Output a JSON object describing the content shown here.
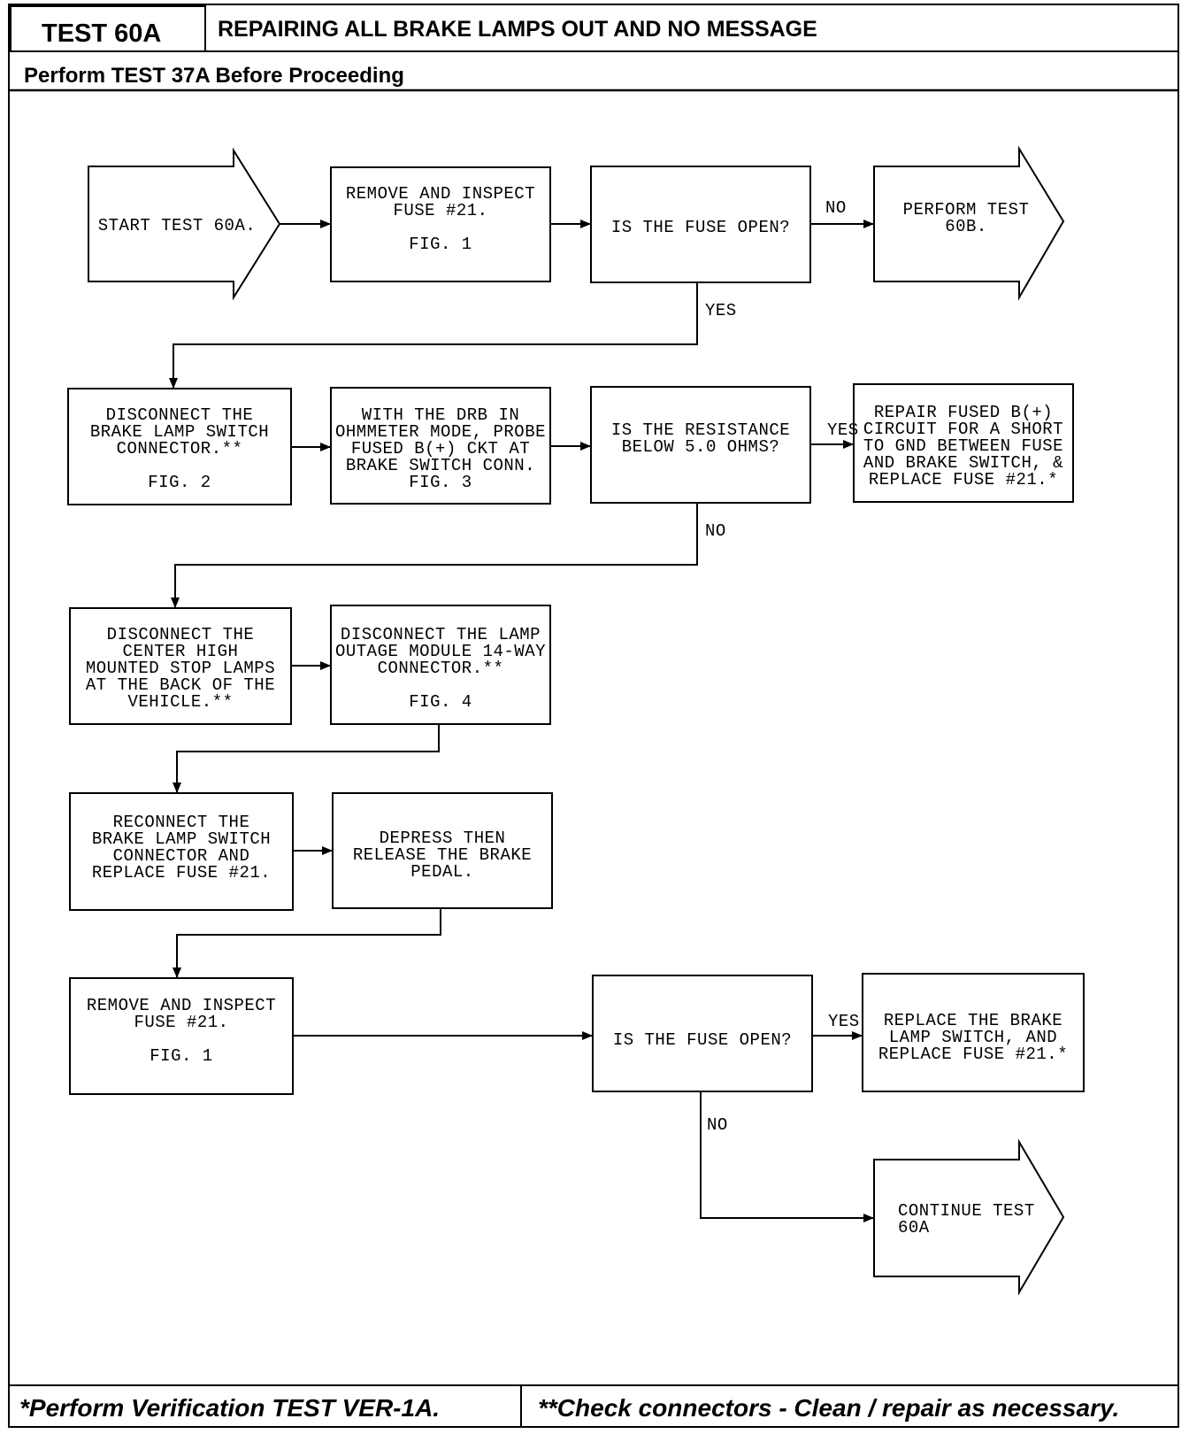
{
  "header": {
    "test_id": "TEST 60A",
    "title": "REPAIRING ALL BRAKE LAMPS OUT AND NO MESSAGE",
    "prerequisite": "Perform TEST 37A Before Proceeding"
  },
  "nodes": {
    "start": [
      "START TEST 60A."
    ],
    "remove1": [
      "REMOVE AND INSPECT",
      "FUSE #21.",
      "",
      "FIG. 1"
    ],
    "fuse_open1": [
      "IS THE FUSE OPEN?"
    ],
    "perform60b": [
      "PERFORM TEST",
      "60B."
    ],
    "disconnect_switch": [
      "DISCONNECT THE",
      "BRAKE LAMP SWITCH",
      "CONNECTOR.**",
      "",
      "FIG. 2"
    ],
    "drb": [
      "WITH THE DRB IN",
      "OHMMETER MODE, PROBE",
      "FUSED B(+) CKT AT",
      "BRAKE SWITCH CONN.",
      "FIG. 3"
    ],
    "resistance": [
      "IS THE RESISTANCE",
      "BELOW 5.0 OHMS?"
    ],
    "repair": [
      "REPAIR FUSED B(+)",
      "CIRCUIT FOR A SHORT",
      "TO GND BETWEEN FUSE",
      "AND BRAKE SWITCH, &",
      "REPLACE FUSE #21.*"
    ],
    "chmsl": [
      "DISCONNECT THE",
      "CENTER HIGH",
      "MOUNTED STOP LAMPS",
      "AT THE BACK OF THE",
      "VEHICLE.**"
    ],
    "lamp_outage": [
      "DISCONNECT THE LAMP",
      "OUTAGE MODULE 14-WAY",
      "CONNECTOR.**",
      "",
      "FIG. 4"
    ],
    "reconnect": [
      "RECONNECT THE",
      "BRAKE LAMP SWITCH",
      "CONNECTOR AND",
      "REPLACE FUSE #21."
    ],
    "depress": [
      "DEPRESS THEN",
      "RELEASE THE BRAKE",
      "PEDAL."
    ],
    "remove2": [
      "REMOVE AND INSPECT",
      "FUSE #21.",
      "",
      "FIG. 1"
    ],
    "fuse_open2": [
      "IS THE FUSE OPEN?"
    ],
    "replace_switch": [
      "REPLACE THE BRAKE",
      "LAMP SWITCH, AND",
      "REPLACE FUSE #21.*"
    ],
    "continue": [
      "CONTINUE TEST",
      "60A"
    ]
  },
  "edge_labels": {
    "no_1": "NO",
    "yes_1": "YES",
    "yes_2": "YES",
    "no_2": "NO",
    "yes_3": "YES",
    "no_3": "NO"
  },
  "footer": {
    "left": "*Perform Verification TEST VER-1A.",
    "right": "**Check connectors - Clean / repair as necessary."
  }
}
